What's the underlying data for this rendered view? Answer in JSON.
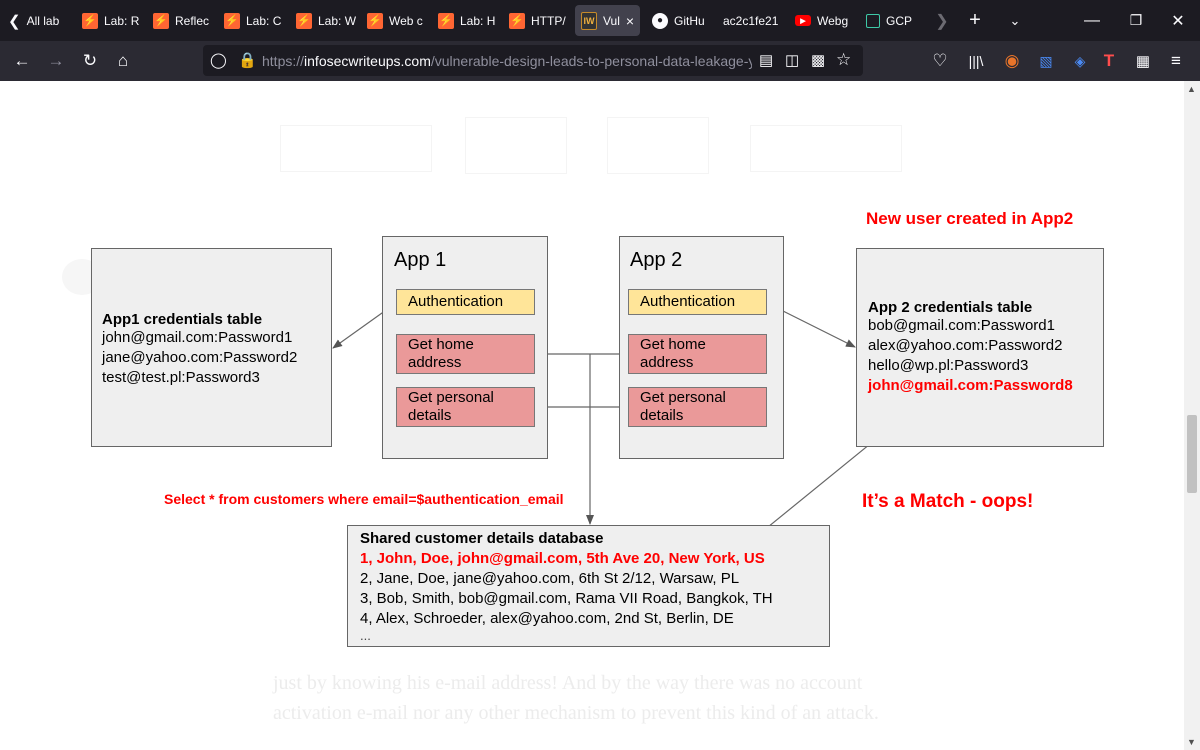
{
  "browser": {
    "tabs": [
      {
        "label": "All lab",
        "icon": "chevron-left-icon"
      },
      {
        "label": "Lab: R",
        "icon": "burp-lightning-icon"
      },
      {
        "label": "Reflec",
        "icon": "burp-lightning-icon"
      },
      {
        "label": "Lab: C",
        "icon": "burp-lightning-icon"
      },
      {
        "label": "Lab: W",
        "icon": "burp-lightning-icon"
      },
      {
        "label": "Web c",
        "icon": "burp-lightning-icon"
      },
      {
        "label": "Lab: H",
        "icon": "burp-lightning-icon"
      },
      {
        "label": "HTTP/",
        "icon": "burp-lightning-icon"
      },
      {
        "label": "Vul",
        "icon": "iw-favicon",
        "active": true
      },
      {
        "label": "GitHu",
        "icon": "github-icon"
      },
      {
        "label": "ac2c1fe21",
        "icon": ""
      },
      {
        "label": "Webg",
        "icon": "youtube-icon"
      },
      {
        "label": "GCP",
        "icon": "gcp-icon"
      }
    ],
    "active_tab_close": "×",
    "url": {
      "prefix": "https://",
      "domain": "infosecwriteups.com",
      "path": "/vulnerable-design-leads-to-personal-data-leakage-yet-ar"
    }
  },
  "article": {
    "ghost_line_1": "just by knowing his e-mail address! And by the way there was no account",
    "ghost_line_2": "activation e-mail nor any other mechanism to prevent this kind of an attack."
  },
  "diagram": {
    "app1": {
      "title": "App 1",
      "auth": "Authentication",
      "home": [
        "Get home",
        "address"
      ],
      "personal": [
        "Get personal",
        "details"
      ]
    },
    "app2": {
      "title": "App 2",
      "auth": "Authentication",
      "home": [
        "Get home",
        "address"
      ],
      "personal": [
        "Get personal",
        "details"
      ]
    },
    "cred1": {
      "title": "App1 credentials table",
      "lines": [
        "john@gmail.com:Password1",
        "jane@yahoo.com:Password2",
        "test@test.pl:Password3"
      ]
    },
    "cred2": {
      "title": "App 2 credentials table",
      "lines": [
        "bob@gmail.com:Password1",
        "alex@yahoo.com:Password2",
        "hello@wp.pl:Password3"
      ],
      "highlight": "john@gmail.com:Password8"
    },
    "db": {
      "title": "Shared customer details database",
      "highlight": "1, John, Doe, john@gmail.com, 5th Ave 20, New York, US",
      "rows": [
        "2, Jane, Doe, jane@yahoo.com, 6th St 2/12, Warsaw, PL",
        "3, Bob, Smith, bob@gmail.com, Rama VII Road, Bangkok, TH",
        "4, Alex, Schroeder, alex@yahoo.com, 2nd St, Berlin, DE",
        "..."
      ]
    },
    "annotations": {
      "new_user": "New user created in App2",
      "query": "Select * from customers where email=$authentication_email",
      "match": "It’s a Match - oops!"
    }
  },
  "colors": {
    "accent_red": "#ff0000",
    "auth_yellow": "#ffe599",
    "action_pink": "#ea9999",
    "box_gray": "#efefef"
  }
}
